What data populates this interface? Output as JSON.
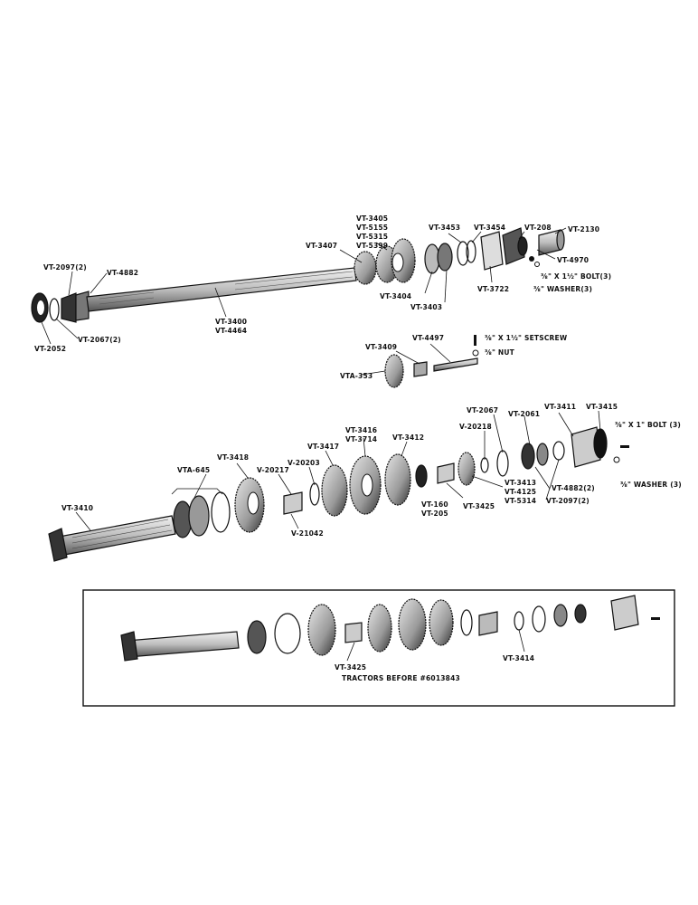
{
  "colors": {
    "ink": "#111111",
    "paper": "#ffffff",
    "metal_light": "#d8d8d8",
    "metal_mid": "#9a9a9a",
    "metal_dark": "#3a3a3a"
  },
  "labels": {
    "vt2097_2": "VT-2097(2)",
    "vt4882": "VT-4882",
    "vt2052": "VT-2052",
    "vt2067_2": "VT-2067(2)",
    "vt3400": "VT-3400",
    "vt4464": "VT-4464",
    "vt3407": "VT-3407",
    "vt3405": "VT-3405",
    "vt5155": "VT-5155",
    "vt5315": "VT-5315",
    "vt5399": "VT-5399",
    "vt3453": "VT-3453",
    "vt3454": "VT-3454",
    "vt208": "VT-208",
    "vt2130": "VT-2130",
    "vt4970": "VT-4970",
    "bolt_3a": "⅜\" X 1½\" BOLT(3)",
    "washer_3a": "⅜\" WASHER(3)",
    "vt3404": "VT-3404",
    "vt3403": "VT-3403",
    "vt3722": "VT-3722",
    "vt3409": "VT-3409",
    "vt4497": "VT-4497",
    "setscrew": "⅜\" X 1½\" SETSCREW",
    "nut": "⅜\" NUT",
    "vta353": "VTA-353",
    "vt2067": "VT-2067",
    "v20218": "V-20218",
    "vt2061": "VT-2061",
    "vt3411": "VT-3411",
    "vt3415": "VT-3415",
    "bolt_3b": "⅜\" X 1\" BOLT (3)",
    "vt3416": "VT-3416",
    "vt3714": "VT-3714",
    "vt3412": "VT-3412",
    "vt3417": "VT-3417",
    "v20203": "V-20203",
    "vta645": "VTA-645",
    "vt3418": "VT-3418",
    "v20217": "V-20217",
    "vt3413": "VT-3413",
    "vt4125": "VT-4125",
    "vt5314": "VT-5314",
    "vt4882_2": "VT-4882(2)",
    "vt2097_2b": "VT-2097(2)",
    "washer_3b": "⅜\" WASHER (3)",
    "vt3410": "VT-3410",
    "vt160": "VT-160",
    "vt205": "VT-205",
    "vt3425": "VT-3425",
    "v21042": "V-21042",
    "inset_vt3414": "VT-3414",
    "inset_vt3425": "VT-3425",
    "inset_caption": "TRACTORS BEFORE #6013843"
  }
}
